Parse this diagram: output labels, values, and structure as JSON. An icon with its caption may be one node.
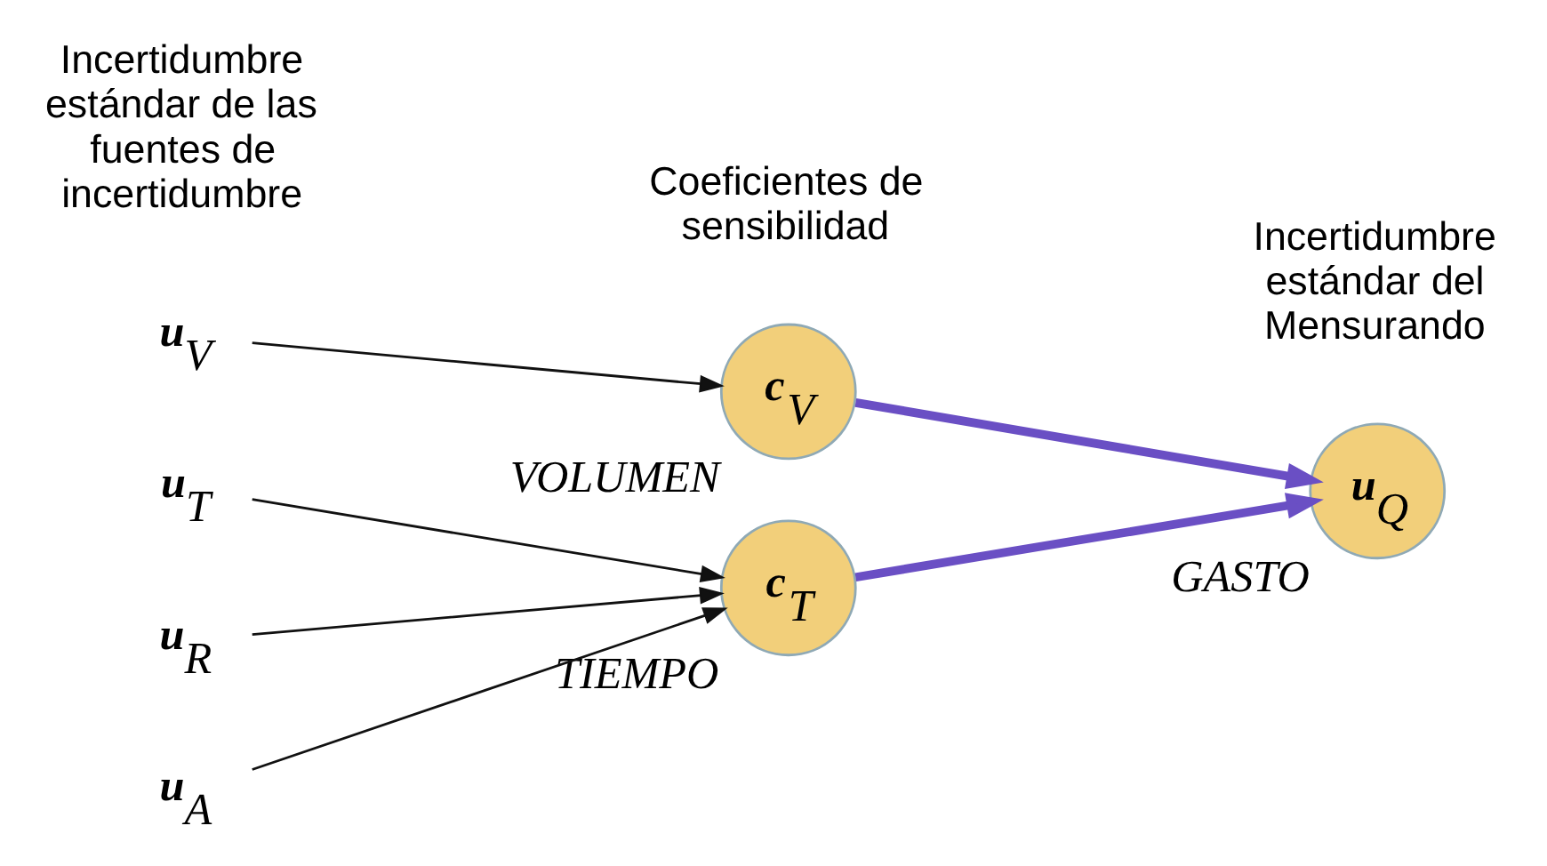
{
  "diagram": {
    "nodes": [
      {
        "text": [
          "u$_{V}$"
        ]
      },
      {
        "text": [
          "u$_{T}$"
        ]
      },
      {
        "text": [
          "u$_{R}$"
        ]
      },
      {
        "text": [
          "u$_{A}$"
        ]
      },
      {
        "text": [
          "c$_{V}$"
        ],
        "beside": [
          "VOLUMEN"
        ]
      },
      {
        "text": [
          "c$_{T}$"
        ],
        "beside": [
          "TIEMPO"
        ]
      },
      {
        "text": [
          "u$_{Q}$"
        ],
        "beside": [
          "GASTO"
        ]
      }
    ],
    "edges": [
      {
        "from": 0,
        "to": 4,
        "arrow": "to"
      },
      {
        "from": 1,
        "to": 5,
        "arrow": "to"
      },
      {
        "from": 2,
        "to": 5,
        "arrow": "to"
      },
      {
        "from": 3,
        "to": 5,
        "arrow": "to"
      },
      {
        "from": 4,
        "to": 6,
        "arrow": "to",
        "style": "thick",
        "color": "#6a4fc4"
      },
      {
        "from": 5,
        "to": 6,
        "arrow": "to",
        "style": "thick",
        "color": "#6a4fc4"
      }
    ],
    "labels": [
      "Incertidumbre estándar de las fuentes de incertidumbre",
      "Coeficientes de sensibilidad",
      "Incertidumbre estándar del Mensurando"
    ]
  }
}
